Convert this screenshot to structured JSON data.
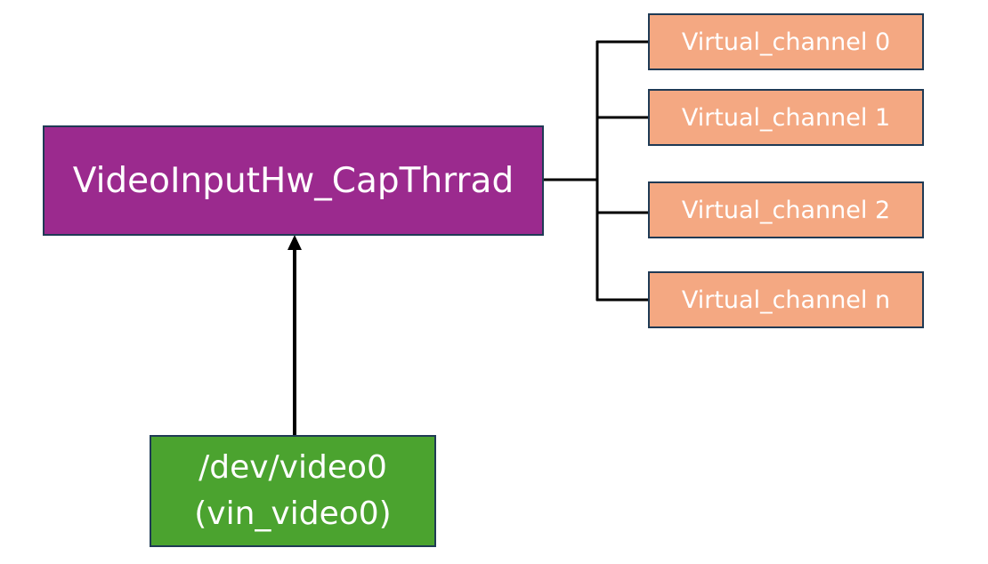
{
  "diagram": {
    "main_node": {
      "label": "VideoInputHw_CapThrrad",
      "color": "#9b2a8e"
    },
    "device_node": {
      "line1": "/dev/video0",
      "line2": "(vin_video0)",
      "color": "#4ba32f"
    },
    "channels": [
      {
        "label": "Virtual_channel 0"
      },
      {
        "label": "Virtual_channel 1"
      },
      {
        "label": "Virtual_channel 2"
      },
      {
        "label": "Virtual_channel n"
      }
    ],
    "channel_color": "#f4a882",
    "border_color": "#1f3a55"
  }
}
